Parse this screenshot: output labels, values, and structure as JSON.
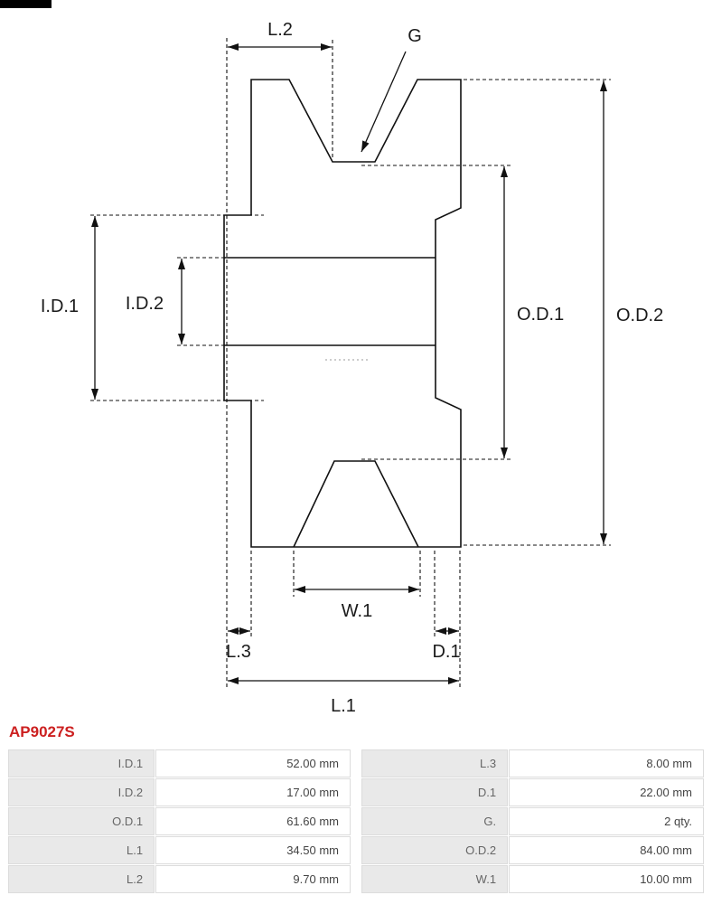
{
  "product_code": "AP9027S",
  "colors": {
    "accent": "#cc2020",
    "line": "#111111",
    "table_label_bg": "#e9e9e9",
    "table_border": "#dcdcdc"
  },
  "diagram": {
    "labels": {
      "l2": "L.2",
      "g": "G",
      "id1": "I.D.1",
      "id2": "I.D.2",
      "od1": "O.D.1",
      "od2": "O.D.2",
      "w1": "W.1",
      "l3": "L.3",
      "d1": "D.1",
      "l1": "L.1"
    }
  },
  "spec_table": {
    "left_rows": [
      {
        "label": "I.D.1",
        "value": "52.00 mm"
      },
      {
        "label": "I.D.2",
        "value": "17.00 mm"
      },
      {
        "label": "O.D.1",
        "value": "61.60 mm"
      },
      {
        "label": "L.1",
        "value": "34.50 mm"
      },
      {
        "label": "L.2",
        "value": "9.70 mm"
      }
    ],
    "right_rows": [
      {
        "label": "L.3",
        "value": "8.00 mm"
      },
      {
        "label": "D.1",
        "value": "22.00 mm"
      },
      {
        "label": "G.",
        "value": "2 qty."
      },
      {
        "label": "O.D.2",
        "value": "84.00 mm"
      },
      {
        "label": "W.1",
        "value": "10.00 mm"
      }
    ]
  }
}
